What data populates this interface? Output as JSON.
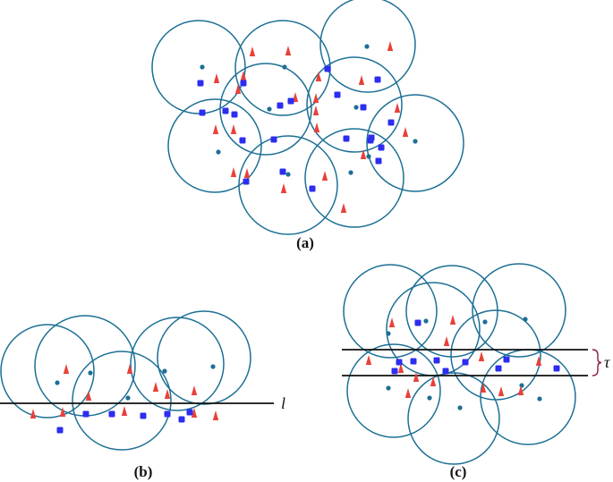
{
  "colors": {
    "circle": "#1c6f94",
    "dot": "#1c6f94",
    "triangle": "#e8413a",
    "square": "#2d2df0",
    "line": "#111111",
    "brace": "#8a1a3a"
  },
  "captions": {
    "a": "(a)",
    "b": "(b)",
    "c": "(c)"
  },
  "labels": {
    "line_b": "l",
    "band_c": "τ"
  }
}
